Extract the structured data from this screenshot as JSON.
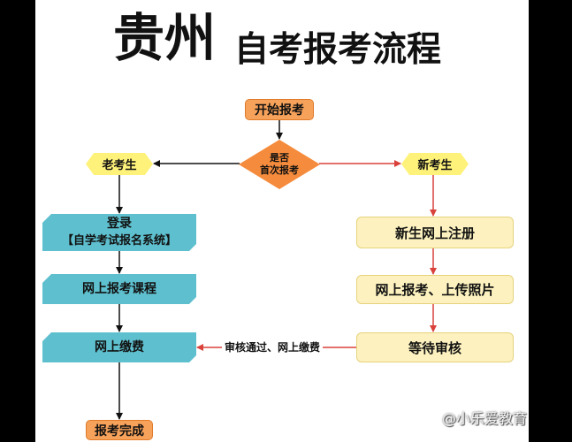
{
  "title": {
    "main": "贵州",
    "sub": "自考报考流程"
  },
  "flow": {
    "start": "开始报考",
    "decision": {
      "line1": "是否",
      "line2": "首次报考"
    },
    "old_candidate": "老考生",
    "new_candidate": "新考生",
    "old_steps": {
      "login": {
        "line1": "登录",
        "line2": "【自学考试报名系统】"
      },
      "course": "网上报考课程",
      "pay": "网上缴费"
    },
    "new_steps": {
      "register": "新生网上注册",
      "upload": "网上报考、上传照片",
      "wait": "等待审核"
    },
    "approval_label": "审核通过、网上缴费",
    "end": "报考完成"
  },
  "watermark": "@小乐爱教育",
  "colors": {
    "orange": "#f7a25a",
    "diamond": "#f58b3c",
    "yellow": "#fff27a",
    "teal": "#5ec0cf",
    "cream": "#fdf2bf",
    "red_arrow": "#d9413a",
    "black_arrow": "#111111"
  }
}
